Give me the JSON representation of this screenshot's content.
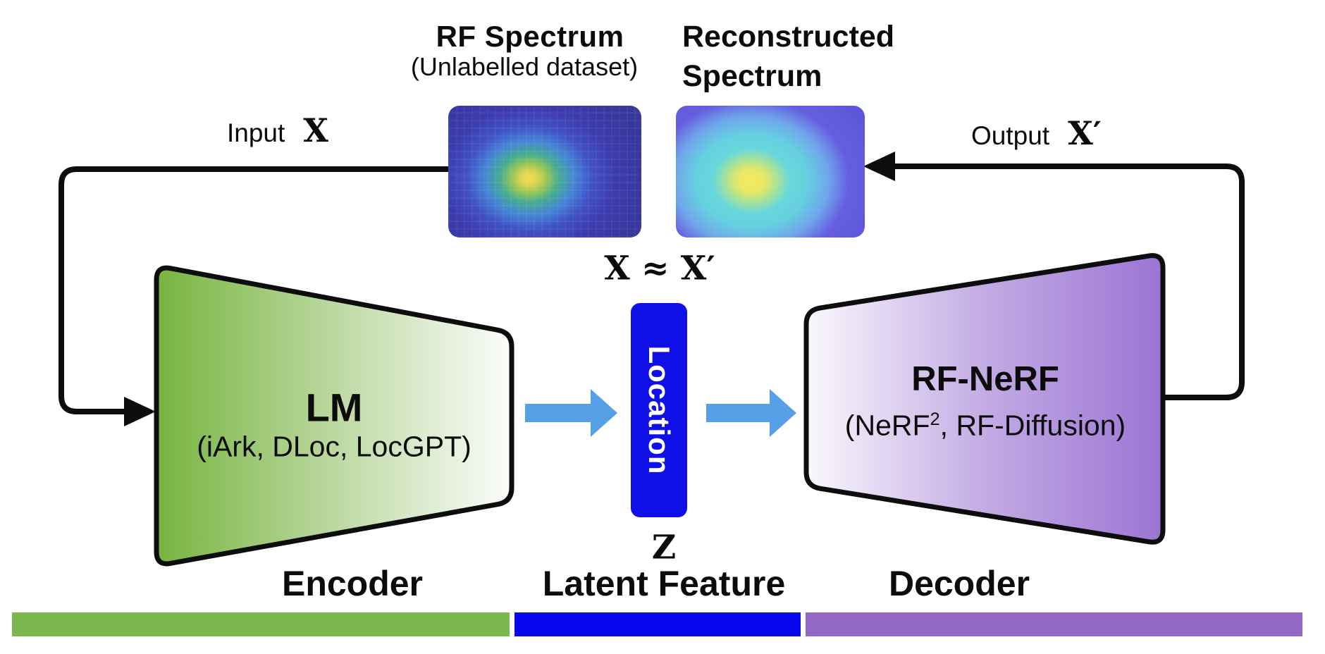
{
  "header": {
    "rf_spectrum_title": "RF Spectrum",
    "rf_spectrum_subtitle": "(Unlabelled dataset)",
    "reconstructed_line1": "Reconstructed",
    "reconstructed_line2": "Spectrum"
  },
  "flow": {
    "input_label": "Input",
    "input_var": "X",
    "output_label": "Output",
    "output_var": "X′",
    "approx_equation": "X ≈ X′"
  },
  "encoder": {
    "title": "LM",
    "subtitle": "(iArk, DLoc, LocGPT)",
    "caption": "Encoder"
  },
  "latent": {
    "box_label": "Location",
    "variable": "Z",
    "caption": "Latent Feature"
  },
  "decoder": {
    "title": "RF-NeRF",
    "subtitle_pre": "(NeRF",
    "subtitle_sup": "2",
    "subtitle_post": ", RF-Diffusion)",
    "caption": "Decoder"
  },
  "colors": {
    "line_black": "#0d0d0d",
    "latent_blue": "#0f0fe8",
    "flow_arrow_blue": "#56a0e8",
    "encoder_green": "#7ab648",
    "decoder_purple": "#9b76d2",
    "bar_green": "#7cb84e",
    "bar_blue": "#0808ee",
    "bar_purple": "#9267c5"
  }
}
